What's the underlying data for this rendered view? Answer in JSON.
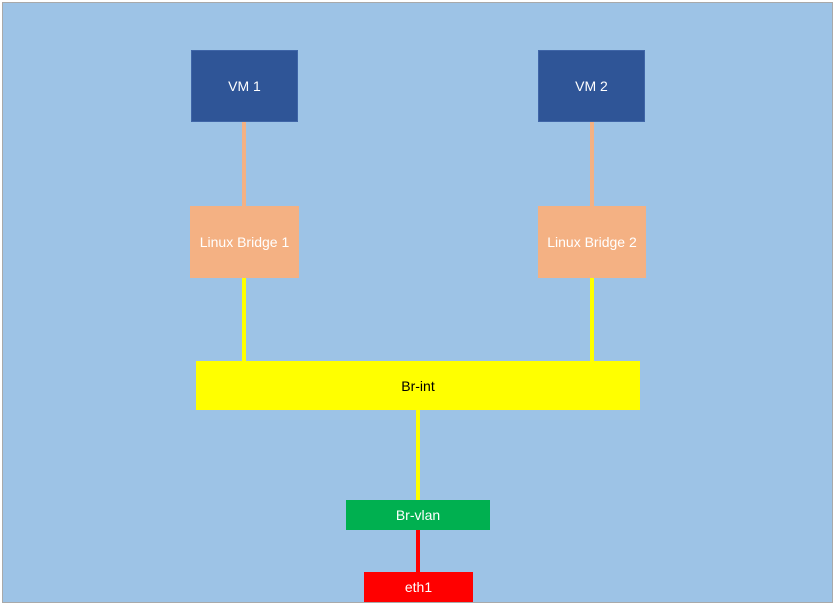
{
  "nodes": {
    "vm1": "VM 1",
    "vm2": "VM 2",
    "linux_bridge_1": "Linux Bridge 1",
    "linux_bridge_2": "Linux Bridge 2",
    "br_int": "Br-int",
    "br_vlan": "Br-vlan",
    "eth1": "eth1"
  },
  "colors": {
    "background": "#9dc3e6",
    "vm": "#2f5597",
    "linux_bridge": "#f4b183",
    "br_int": "#ffff00",
    "br_vlan": "#00b050",
    "eth1": "#ff0000",
    "link_vm_bridge": "#f4b183",
    "link_bridge_brint": "#ffff00",
    "link_brvlan_eth": "#ff0000"
  }
}
